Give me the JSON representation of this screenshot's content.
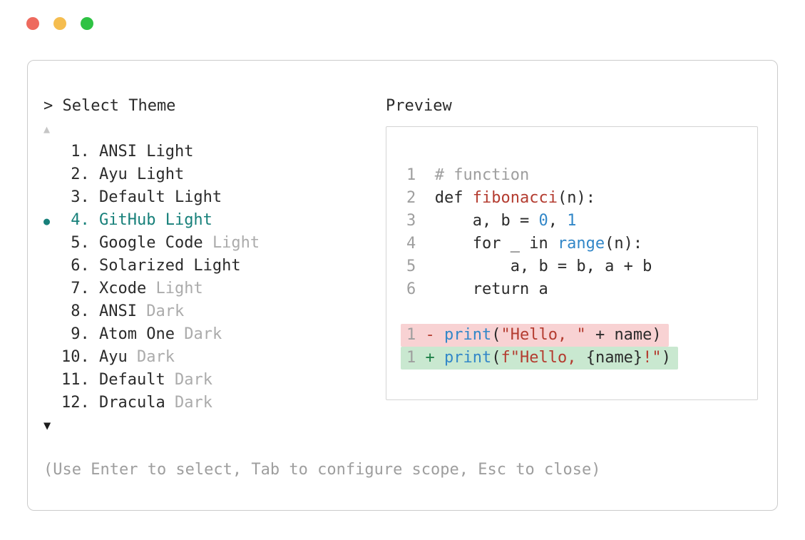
{
  "colors": {
    "fg": "#2b2b2b",
    "muted": "#ababab",
    "linenum": "#9e9e9e",
    "comment": "#9e9e9e",
    "hint": "#9e9e9e",
    "teal": "#17807a",
    "blue": "#3287c8",
    "red": "#b43c30",
    "green": "#1f8048",
    "removed-bg": "#f8d2d3",
    "added-bg": "#c9e8d0",
    "traffic-red": "#ee6a5e",
    "traffic-yellow": "#f5bd4f",
    "traffic-green": "#2ec243"
  },
  "window": {
    "controls": [
      "close",
      "minimize",
      "zoom"
    ]
  },
  "theme_picker": {
    "title": "> Select Theme",
    "scroll_up": "▲",
    "scroll_down": "▼",
    "selected_theme": "GitHub Light",
    "items": [
      {
        "number": " 1.",
        "text": "ANSI Light",
        "muted": "",
        "selected": false
      },
      {
        "number": " 2.",
        "text": "Ayu Light",
        "muted": "",
        "selected": false
      },
      {
        "number": " 3.",
        "text": "Default Light",
        "muted": "",
        "selected": false
      },
      {
        "number": " 4.",
        "text": "GitHub Light",
        "muted": "",
        "selected": true
      },
      {
        "number": " 5.",
        "text": "Google Code ",
        "muted": "Light",
        "selected": false
      },
      {
        "number": " 6.",
        "text": "Solarized Light",
        "muted": "",
        "selected": false
      },
      {
        "number": " 7.",
        "text": "Xcode ",
        "muted": "Light",
        "selected": false
      },
      {
        "number": " 8.",
        "text": "ANSI ",
        "muted": "Dark",
        "selected": false
      },
      {
        "number": " 9.",
        "text": "Atom One ",
        "muted": "Dark",
        "selected": false
      },
      {
        "number": "10.",
        "text": "Ayu ",
        "muted": "Dark",
        "selected": false
      },
      {
        "number": "11.",
        "text": "Default ",
        "muted": "Dark",
        "selected": false
      },
      {
        "number": "12.",
        "text": "Dracula ",
        "muted": "Dark",
        "selected": false
      }
    ],
    "hint": "(Use Enter to select, Tab to configure scope, Esc to close)"
  },
  "preview": {
    "title": "Preview",
    "lines": [
      {
        "num": "1",
        "tokens": [
          [
            "c",
            "# function"
          ]
        ]
      },
      {
        "num": "2",
        "tokens": [
          [
            "f",
            "def "
          ],
          [
            "r",
            "fibonacci"
          ],
          [
            "f",
            "(n):"
          ]
        ]
      },
      {
        "num": "3",
        "tokens": [
          [
            "f",
            "    a, b = "
          ],
          [
            "b",
            "0"
          ],
          [
            "f",
            ", "
          ],
          [
            "b",
            "1"
          ]
        ]
      },
      {
        "num": "4",
        "tokens": [
          [
            "f",
            "    for _ in "
          ],
          [
            "b",
            "range"
          ],
          [
            "f",
            "(n):"
          ]
        ]
      },
      {
        "num": "5",
        "tokens": [
          [
            "f",
            "        a, b = b, a + b"
          ]
        ]
      },
      {
        "num": "6",
        "tokens": [
          [
            "f",
            "    return a"
          ]
        ]
      },
      {
        "num": "",
        "tokens": []
      },
      {
        "num": "1",
        "bg": "removed",
        "tokens": [
          [
            "r",
            " - "
          ],
          [
            "b",
            "print"
          ],
          [
            "f",
            "("
          ],
          [
            "r",
            "\"Hello, \""
          ],
          [
            "f",
            " + name)"
          ]
        ]
      },
      {
        "num": "1",
        "bg": "added",
        "tokens": [
          [
            "g",
            " + "
          ],
          [
            "b",
            "print"
          ],
          [
            "f",
            "("
          ],
          [
            "r",
            "f\"Hello, "
          ],
          [
            "f",
            "{name}"
          ],
          [
            "r",
            "!\""
          ],
          [
            "f",
            ")"
          ]
        ]
      }
    ]
  }
}
